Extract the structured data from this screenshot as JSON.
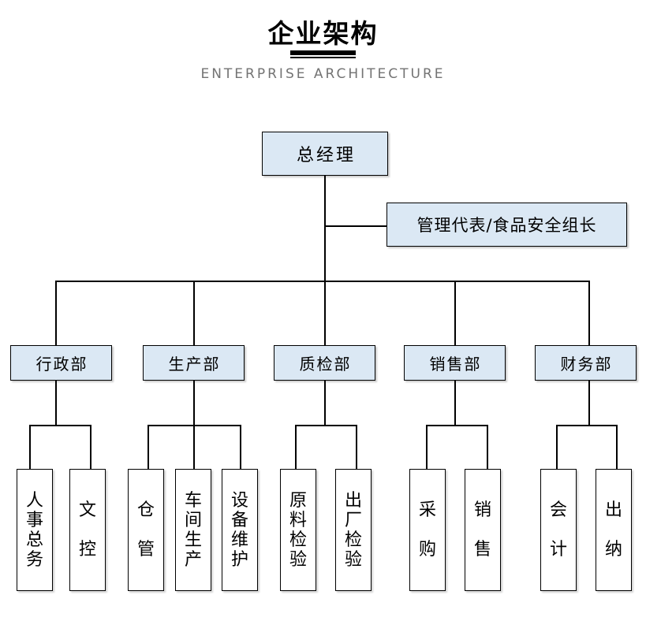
{
  "header": {
    "title": "企业架构",
    "subtitle": "ENTERPRISE ARCHITECTURE"
  },
  "org": {
    "root": {
      "label": "总经理"
    },
    "staff": {
      "label": "管理代表/食品安全组长"
    },
    "departments": [
      {
        "label": "行政部",
        "children": [
          "人事总务",
          "文控"
        ]
      },
      {
        "label": "生产部",
        "children": [
          "仓管",
          "车间生产",
          "设备维护"
        ]
      },
      {
        "label": "质检部",
        "children": [
          "原料检验",
          "出厂检验"
        ]
      },
      {
        "label": "销售部",
        "children": [
          "采购",
          "销售"
        ]
      },
      {
        "label": "财务部",
        "children": [
          "会计",
          "出纳"
        ]
      }
    ]
  },
  "colors": {
    "node_fill": "#dbe8f4",
    "leaf_fill": "#ffffff",
    "border": "#000000",
    "line": "#000000",
    "subtitle": "#737373"
  }
}
